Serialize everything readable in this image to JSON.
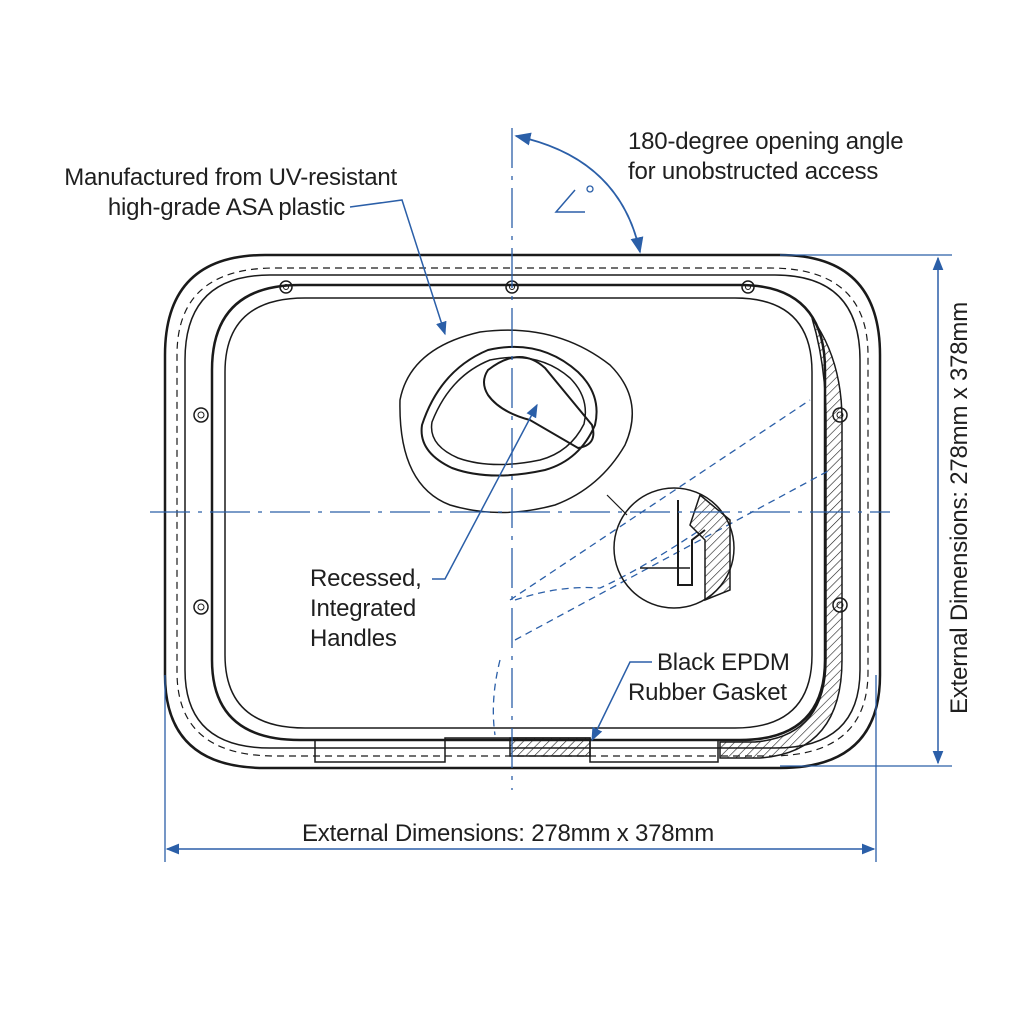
{
  "labels": {
    "material_line1": "Manufactured from UV-resistant",
    "material_line2": "high-grade ASA plastic",
    "angle_line1": "180-degree opening angle",
    "angle_line2": "for unobstructed access",
    "handle_line1": "Recessed,",
    "handle_line2": "Integrated",
    "handle_line3": "Handles",
    "gasket_line1": "Black EPDM",
    "gasket_line2": "Rubber Gasket",
    "dim_horizontal": "External Dimensions: 278mm x 378mm",
    "dim_vertical": "External Dimensions: 278mm x 378mm"
  },
  "colors": {
    "outline": "#1a1a1a",
    "annotation": "#2b5fa8",
    "text": "#1f1f1f",
    "background": "#ffffff"
  }
}
